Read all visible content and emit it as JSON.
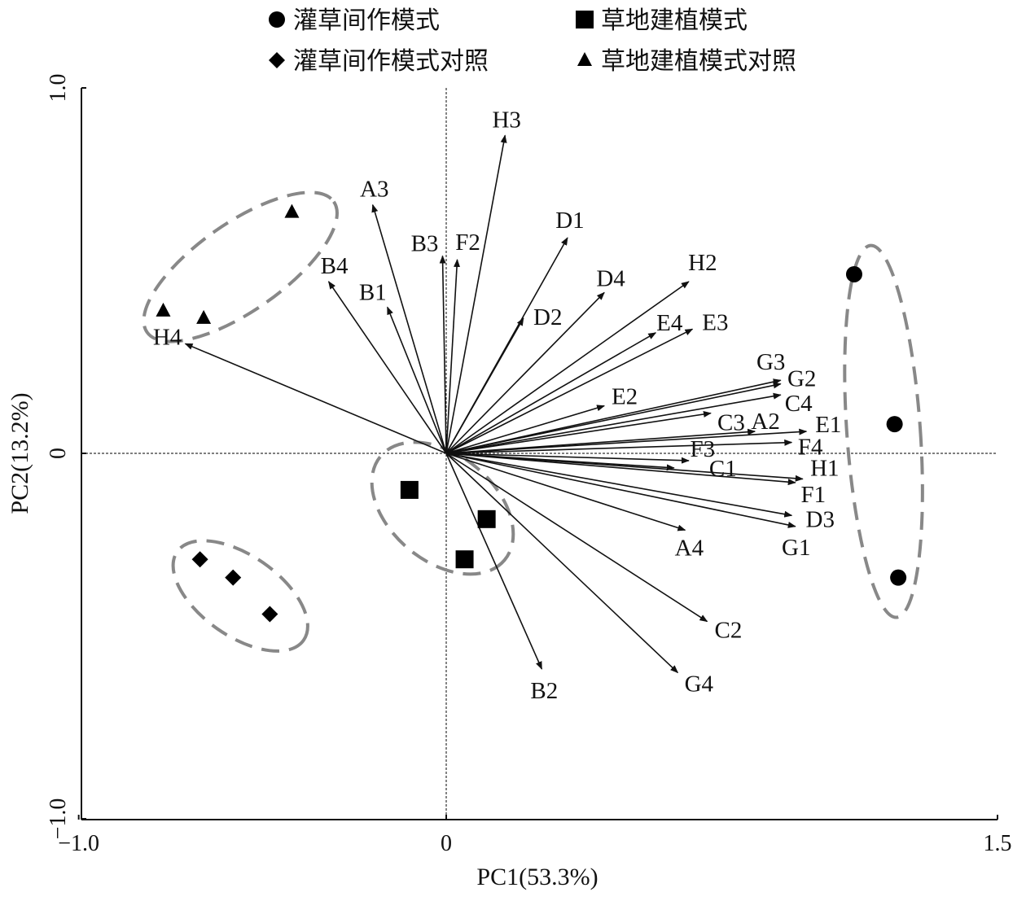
{
  "chart_data": {
    "type": "scatter",
    "subtype": "pca-biplot",
    "xlabel": "PC1(53.3%)",
    "ylabel": "PC2(13.2%)",
    "xlim": [
      -1.0,
      1.5
    ],
    "ylim": [
      -1.0,
      1.0
    ],
    "xticks": [
      {
        "value": -1.0,
        "label": "−1.0"
      },
      {
        "value": 0,
        "label": "0"
      },
      {
        "value": 1.5,
        "label": "1.5"
      }
    ],
    "yticks": [
      {
        "value": 1.0,
        "label": "1.0"
      },
      {
        "value": 0,
        "label": "0"
      },
      {
        "value": -1.0,
        "label": "−1.0"
      }
    ],
    "legend_position": "top",
    "series": [
      {
        "name": "灌草间作模式",
        "marker": "circle",
        "points": [
          [
            1.11,
            0.49
          ],
          [
            1.22,
            0.08
          ],
          [
            1.23,
            -0.34
          ]
        ]
      },
      {
        "name": "草地建植模式",
        "marker": "square",
        "points": [
          [
            -0.1,
            -0.1
          ],
          [
            0.11,
            -0.18
          ],
          [
            0.05,
            -0.29
          ]
        ]
      },
      {
        "name": "灌草间作模式对照",
        "marker": "diamond",
        "points": [
          [
            -0.67,
            -0.29
          ],
          [
            -0.58,
            -0.34
          ],
          [
            -0.48,
            -0.44
          ]
        ]
      },
      {
        "name": "草地建植模式对照",
        "marker": "triangle",
        "points": [
          [
            -0.42,
            0.66
          ],
          [
            -0.77,
            0.39
          ],
          [
            -0.66,
            0.37
          ]
        ]
      }
    ],
    "group_ellipses": [
      {
        "group": "草地建植模式对照",
        "cx": -0.56,
        "cy": 0.51,
        "rx": 0.31,
        "ry": 0.12,
        "angle": -35
      },
      {
        "group": "草地建植模式",
        "cx": -0.01,
        "cy": -0.15,
        "rx": 0.22,
        "ry": 0.145,
        "angle": 40
      },
      {
        "group": "灌草间作模式对照",
        "cx": -0.56,
        "cy": -0.39,
        "rx": 0.21,
        "ry": 0.11,
        "angle": 35
      },
      {
        "group": "灌草间作模式",
        "cx": 1.19,
        "cy": 0.06,
        "rx": 0.1,
        "ry": 0.51,
        "angle": -4
      }
    ],
    "loadings": [
      {
        "label": "H3",
        "x": 0.16,
        "y": 0.87
      },
      {
        "label": "A3",
        "x": -0.2,
        "y": 0.68
      },
      {
        "label": "B3",
        "x": -0.01,
        "y": 0.54
      },
      {
        "label": "F2",
        "x": 0.03,
        "y": 0.53
      },
      {
        "label": "D1",
        "x": 0.33,
        "y": 0.59
      },
      {
        "label": "B4",
        "x": -0.32,
        "y": 0.47
      },
      {
        "label": "B1",
        "x": -0.16,
        "y": 0.4
      },
      {
        "label": "D4",
        "x": 0.43,
        "y": 0.44
      },
      {
        "label": "D2",
        "x": 0.21,
        "y": 0.37
      },
      {
        "label": "H2",
        "x": 0.66,
        "y": 0.47
      },
      {
        "label": "E4",
        "x": 0.57,
        "y": 0.33
      },
      {
        "label": "E3",
        "x": 0.67,
        "y": 0.34
      },
      {
        "label": "H4",
        "x": -0.71,
        "y": 0.3
      },
      {
        "label": "G3",
        "x": 0.91,
        "y": 0.2
      },
      {
        "label": "G2",
        "x": 0.91,
        "y": 0.19
      },
      {
        "label": "C4",
        "x": 0.91,
        "y": 0.16
      },
      {
        "label": "E2",
        "x": 0.43,
        "y": 0.13
      },
      {
        "label": "C3",
        "x": 0.72,
        "y": 0.11
      },
      {
        "label": "A2",
        "x": 0.84,
        "y": 0.06
      },
      {
        "label": "E1",
        "x": 0.98,
        "y": 0.06
      },
      {
        "label": "F4",
        "x": 0.94,
        "y": 0.03
      },
      {
        "label": "F3",
        "x": 0.66,
        "y": -0.02
      },
      {
        "label": "C1",
        "x": 0.62,
        "y": -0.04
      },
      {
        "label": "H1",
        "x": 0.97,
        "y": -0.07
      },
      {
        "label": "F1",
        "x": 0.95,
        "y": -0.08
      },
      {
        "label": "D3",
        "x": 0.94,
        "y": -0.17
      },
      {
        "label": "G1",
        "x": 0.95,
        "y": -0.2
      },
      {
        "label": "A4",
        "x": 0.65,
        "y": -0.21
      },
      {
        "label": "C2",
        "x": 0.71,
        "y": -0.46
      },
      {
        "label": "G4",
        "x": 0.63,
        "y": -0.6
      },
      {
        "label": "B2",
        "x": 0.26,
        "y": -0.59
      }
    ]
  }
}
